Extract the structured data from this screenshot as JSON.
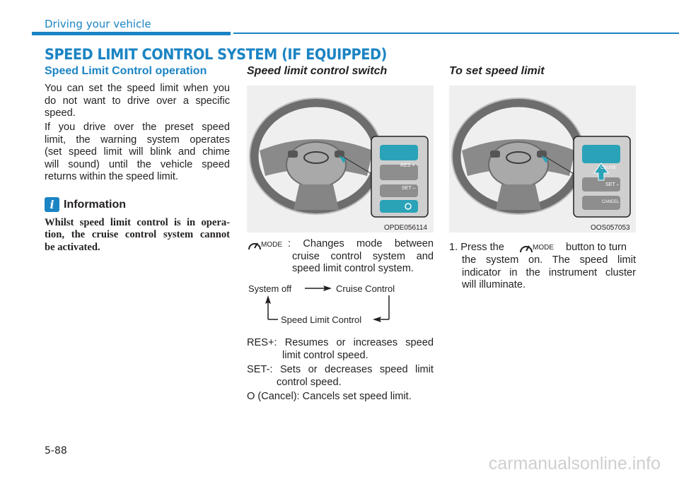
{
  "header": {
    "section": "Driving your vehicle",
    "title": "SPEED LIMIT CONTROL SYSTEM (IF EQUIPPED)"
  },
  "col1": {
    "subtitle": "Speed Limit Control operation",
    "p1_lines": [
      "You can set the speed limit when you",
      "do not want to drive over a specific",
      "speed."
    ],
    "p2_lines": [
      "If you drive over the preset speed",
      "limit, the warning system operates",
      "(set speed limit will blink and chime",
      "will sound) until the vehicle speed",
      "returns within the speed limit."
    ],
    "info": {
      "icon": "i",
      "title": "Information",
      "lines": [
        "Whilst speed limit control is in opera-",
        "tion, the cruise control system cannot",
        "be activated."
      ]
    }
  },
  "col2": {
    "title": "Speed limit control switch",
    "image_caption": "OPDE056114",
    "switch_labels": {
      "res": "RES +",
      "set": "SET –"
    },
    "mode_icon_label": "MODE",
    "mode_desc_lines": [
      ": Changes mode between",
      "cruise control system and",
      "speed limit control system."
    ],
    "diagram": {
      "system_off": "System off",
      "cruise_control": "Cruise Control",
      "speed_limit_control": "Speed Limit Control"
    },
    "res_lines": [
      "RES+: Resumes or increases speed",
      "limit control speed."
    ],
    "set_lines": [
      "SET-: Sets or decreases speed limit",
      "control speed."
    ],
    "cancel_line": "O (Cancel): Cancels set speed limit."
  },
  "col3": {
    "title": "To set speed limit",
    "image_caption": "OOS057053",
    "switch_labels": {
      "top": "CRUISE",
      "set": "SET –",
      "cancel": "CANCEL"
    },
    "step1_prefix": "1. Press the",
    "mode_icon_label": "MODE",
    "step1_suffix": "button to turn",
    "step1_lines": [
      "the system on. The speed limit",
      "indicator in the instrument cluster",
      "will illuminate."
    ]
  },
  "footer": {
    "page": "5-88",
    "watermark": "carmanualsonline.info"
  },
  "colors": {
    "accent": "#1b84c4",
    "text": "#231f20",
    "button_teal": "#2aa3b8"
  }
}
